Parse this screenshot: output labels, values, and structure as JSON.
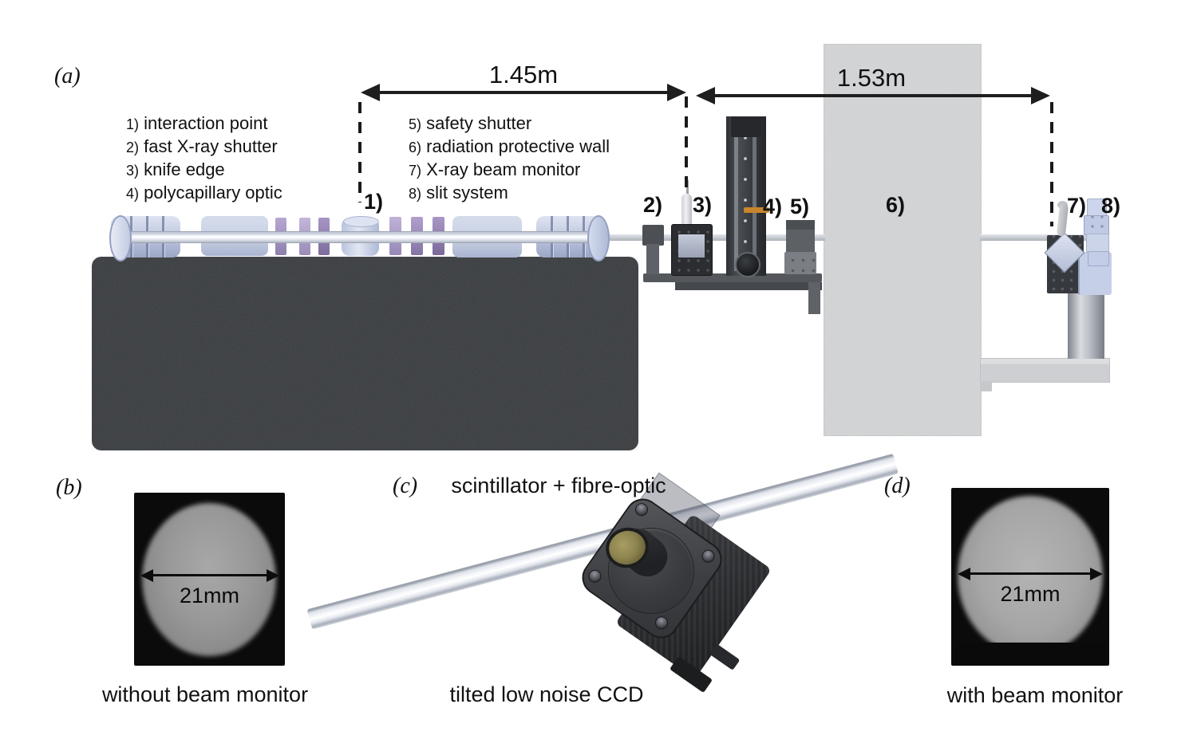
{
  "figure": {
    "panel_a": {
      "label": "(a)",
      "legend_left": [
        {
          "num": "1)",
          "text": "interaction point"
        },
        {
          "num": "2)",
          "text": "fast X-ray shutter"
        },
        {
          "num": "3)",
          "text": "knife edge"
        },
        {
          "num": "4)",
          "text": "polycapillary optic"
        }
      ],
      "legend_right": [
        {
          "num": "5)",
          "text": "safety shutter"
        },
        {
          "num": "6)",
          "text": "radiation protective wall"
        },
        {
          "num": "7)",
          "text": "X-ray beam monitor"
        },
        {
          "num": "8)",
          "text": "slit system"
        }
      ],
      "dim_left": "1.45m",
      "dim_right": "1.53m",
      "markers": [
        "1)",
        "2)",
        "3)",
        "4)",
        "5)",
        "6)",
        "7)",
        "8)"
      ]
    },
    "panel_b": {
      "label": "(b)",
      "measurement": "21mm",
      "caption": "without beam monitor"
    },
    "panel_c": {
      "label": "(c)",
      "title": "scintillator + fibre-optic",
      "caption": "tilted low noise CCD"
    },
    "panel_d": {
      "label": "(d)",
      "measurement": "21mm",
      "caption": "with beam monitor"
    },
    "colors": {
      "background": "#ffffff",
      "optical_table": "#36393c",
      "protective_wall": "#d2d4d6",
      "component_blue": "#c4cde1",
      "stripe_purple": "#9d8dbd",
      "orange_detail": "#c8862c",
      "arrow_black": "#1e1e1e",
      "beam_spot_gray": "#8f9193",
      "beam_spot_bright": "#989a9c"
    }
  }
}
